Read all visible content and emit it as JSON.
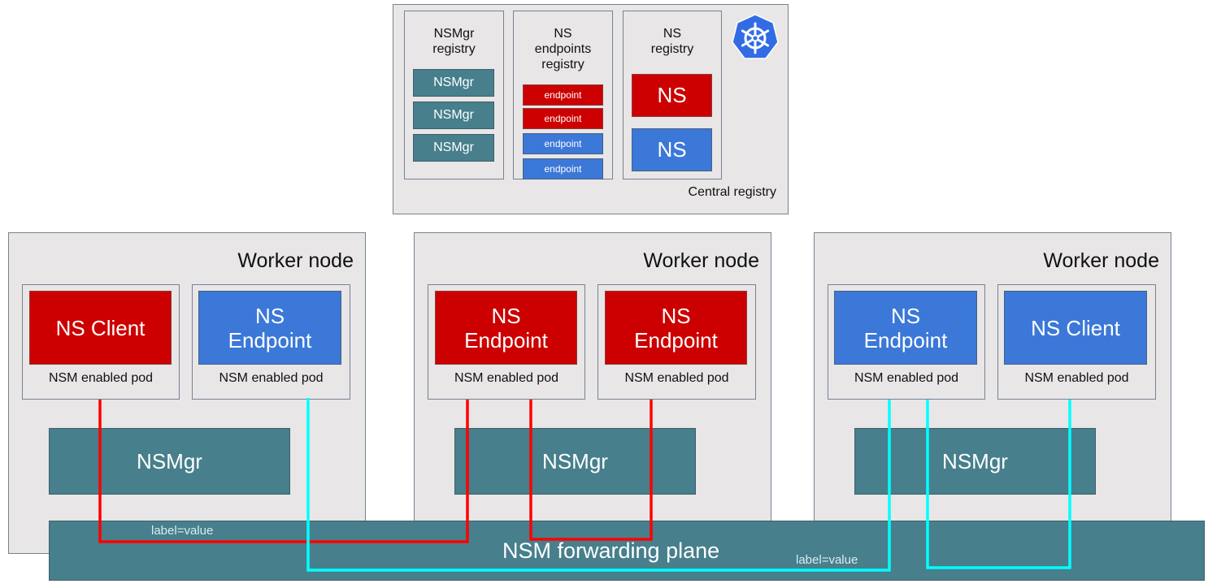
{
  "colors": {
    "panel": "#e8e6e7",
    "teal": "#477f8c",
    "red": "#cc0000",
    "blue": "#3b78d8",
    "red_wire": "#ff0000",
    "cyan_wire": "#00ffff",
    "kubernetes_blue": "#326ce5"
  },
  "central_registry": {
    "label": "Central registry",
    "icon": "kubernetes-icon",
    "nsmgr_registry": {
      "title_line1": "NSMgr",
      "title_line2": "registry",
      "items": [
        "NSMgr",
        "NSMgr",
        "NSMgr"
      ]
    },
    "endpoints_registry": {
      "title_line1": "NS",
      "title_line2": "endpoints",
      "title_line3": "registry",
      "items": [
        {
          "label": "endpoint",
          "color": "red"
        },
        {
          "label": "endpoint",
          "color": "red"
        },
        {
          "label": "endpoint",
          "color": "blue"
        },
        {
          "label": "endpoint",
          "color": "blue"
        }
      ]
    },
    "ns_registry": {
      "title_line1": "NS",
      "title_line2": "registry",
      "items": [
        {
          "label": "NS",
          "color": "red"
        },
        {
          "label": "NS",
          "color": "blue"
        }
      ]
    }
  },
  "worker_nodes": [
    {
      "title": "Worker node",
      "pods": [
        {
          "line1": "NS Client",
          "line2": "",
          "color": "red",
          "caption": "NSM enabled pod"
        },
        {
          "line1": "NS",
          "line2": "Endpoint",
          "color": "blue",
          "caption": "NSM enabled pod"
        }
      ],
      "nsmgr": "NSMgr"
    },
    {
      "title": "Worker node",
      "pods": [
        {
          "line1": "NS",
          "line2": "Endpoint",
          "color": "red",
          "caption": "NSM enabled pod"
        },
        {
          "line1": "NS",
          "line2": "Endpoint",
          "color": "red",
          "caption": "NSM enabled pod"
        }
      ],
      "nsmgr": "NSMgr"
    },
    {
      "title": "Worker node",
      "pods": [
        {
          "line1": "NS",
          "line2": "Endpoint",
          "color": "blue",
          "caption": "NSM enabled pod"
        },
        {
          "line1": "NS Client",
          "line2": "",
          "color": "blue",
          "caption": "NSM enabled pod"
        }
      ],
      "nsmgr": "NSMgr"
    }
  ],
  "forwarding_plane": {
    "label": "NSM forwarding plane",
    "connection_labels": [
      "label=value",
      "label=value"
    ]
  },
  "connections": [
    {
      "name": "red-connection-client-to-endpoint",
      "color": "red_wire",
      "from": "worker-1 NS Client",
      "to": "worker-2 NS Endpoint (left)"
    },
    {
      "name": "red-connection-endpoint-loop",
      "color": "red_wire",
      "from": "worker-2 NS Endpoint (left)",
      "to": "worker-2 NS Endpoint (right)"
    },
    {
      "name": "cyan-connection-endpoint-to-endpoint",
      "color": "cyan_wire",
      "from": "worker-1 NS Endpoint",
      "to": "worker-3 NS Endpoint"
    },
    {
      "name": "cyan-connection-endpoint-to-client",
      "color": "cyan_wire",
      "from": "worker-3 NS Endpoint",
      "to": "worker-3 NS Client"
    }
  ]
}
